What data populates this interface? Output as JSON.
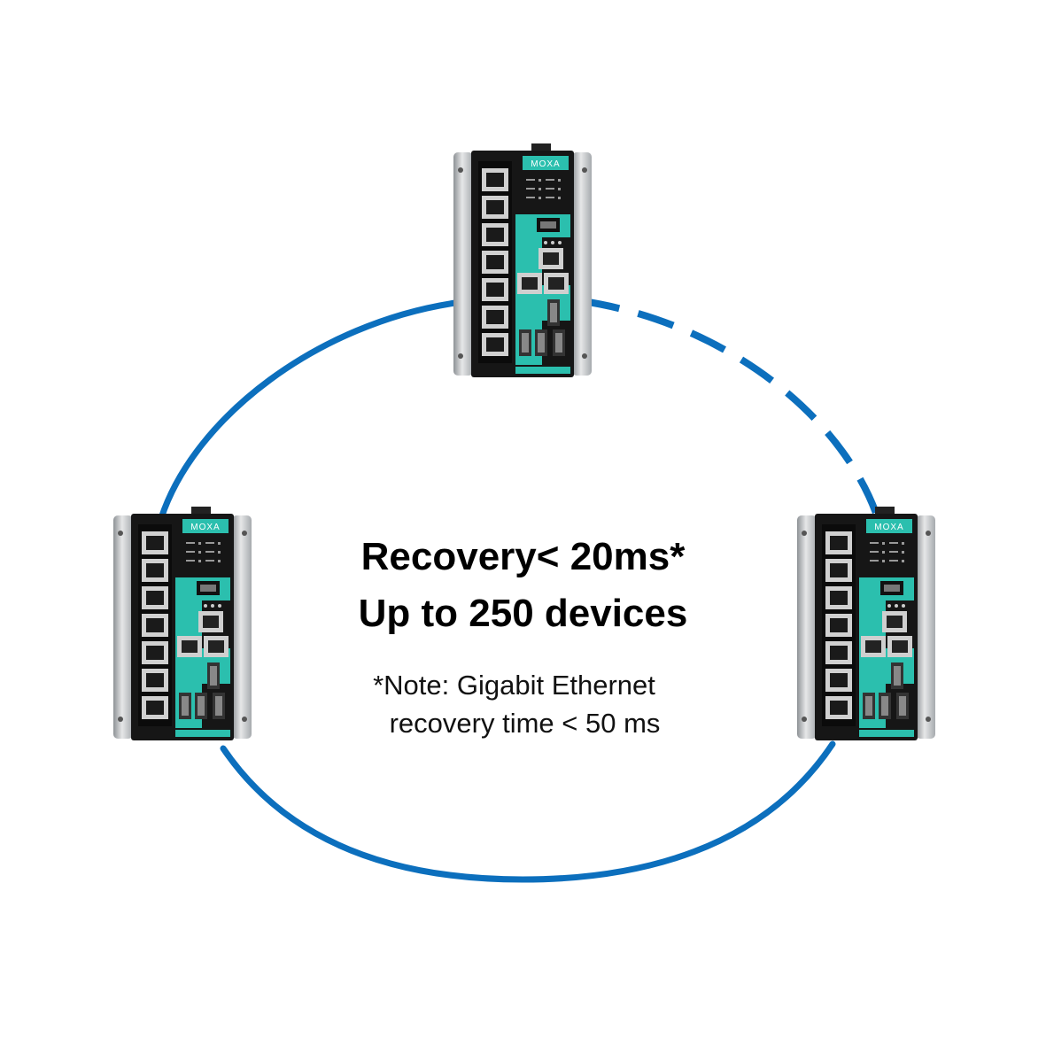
{
  "colors": {
    "ring": "#0c6fbd",
    "switch_body": "#161616",
    "switch_panel": "#2bbfae",
    "switch_side": "#d8d8d8",
    "port": "#d0d0d0"
  },
  "switch_brand": "MOXA",
  "text": {
    "line1": "Recovery< 20ms*",
    "line2": "Up to 250 devices",
    "note1": "*Note: Gigabit Ethernet",
    "note2": "recovery time < 50 ms"
  },
  "devices": [
    {
      "name": "switch-top"
    },
    {
      "name": "switch-left"
    },
    {
      "name": "switch-right"
    }
  ],
  "links": [
    {
      "from": "switch-top",
      "to": "switch-left",
      "style": "solid"
    },
    {
      "from": "switch-top",
      "to": "switch-right",
      "style": "dashed"
    },
    {
      "from": "switch-left",
      "to": "switch-right",
      "style": "solid"
    }
  ]
}
